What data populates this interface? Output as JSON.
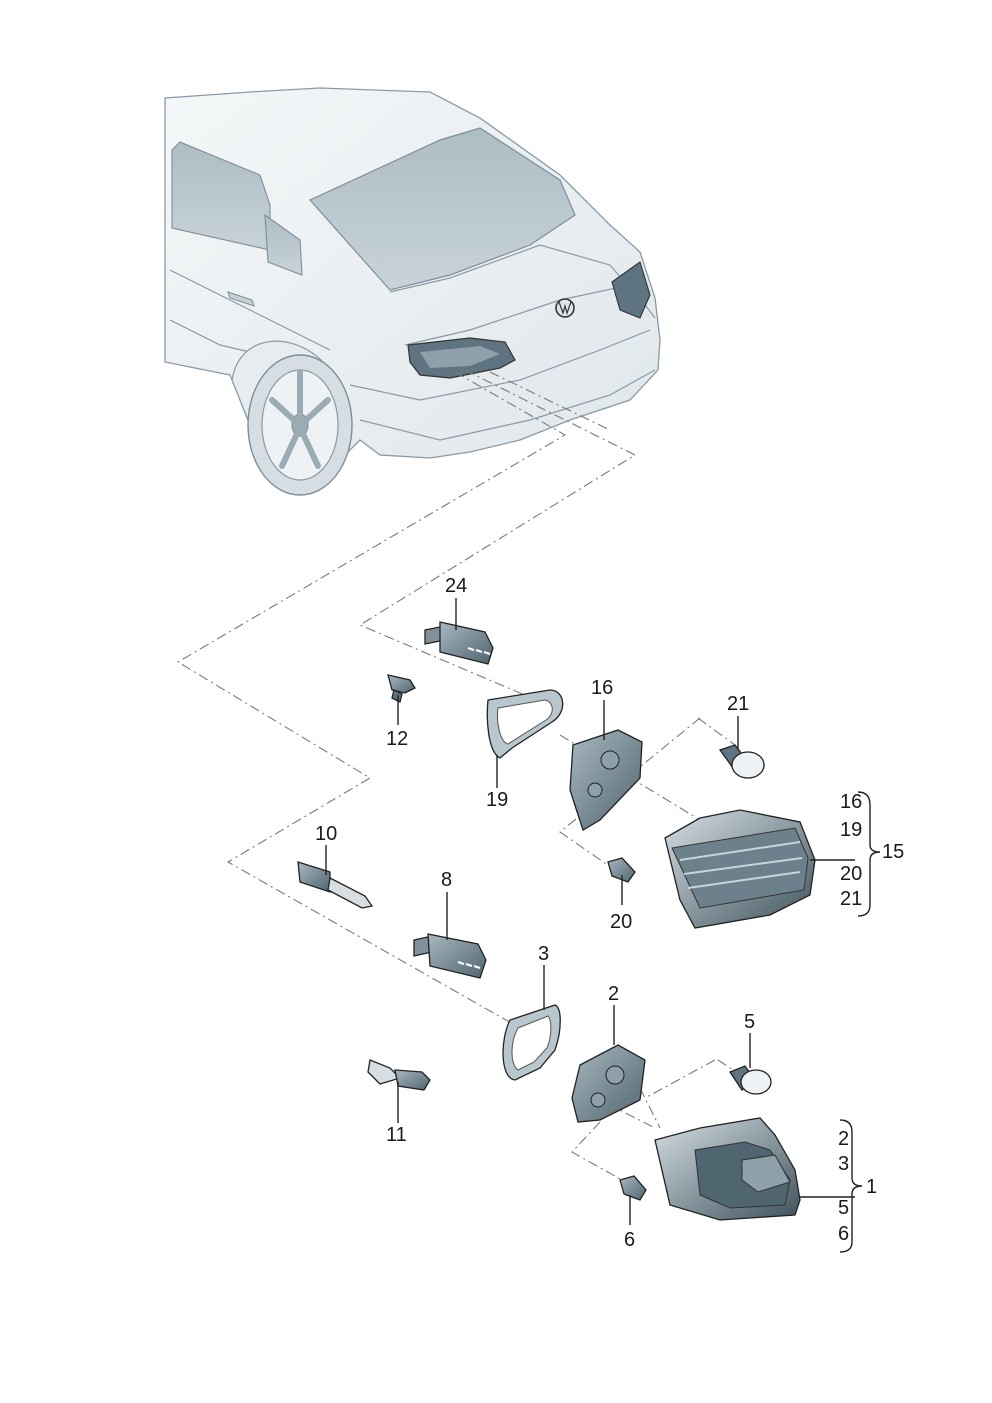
{
  "callouts": {
    "c1": "1",
    "c2": "2",
    "c3": "3",
    "c5": "5",
    "c6": "6",
    "c8": "8",
    "c10": "10",
    "c11": "11",
    "c12": "12",
    "c15": "15",
    "c16": "16",
    "c19": "19",
    "c20": "20",
    "c21": "21",
    "c24": "24"
  },
  "group15": [
    "16",
    "19",
    "20",
    "21"
  ],
  "group1": [
    "2",
    "3",
    "5",
    "6"
  ],
  "colors": {
    "body": "#eef2f4",
    "glass": "#b9c6cd",
    "part": "#5e7480",
    "line": "#222222"
  }
}
